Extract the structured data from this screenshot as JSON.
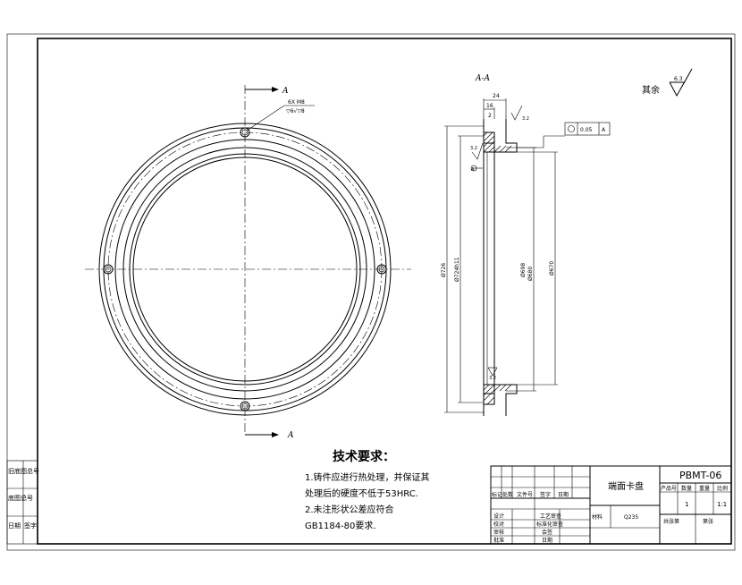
{
  "section_label": "A-A",
  "section_marks": [
    "A",
    "A"
  ],
  "surface_finish": {
    "rest_label": "其余",
    "rest_value": "6.3",
    "face_value_1": "3.2",
    "face_value_2": "3.2",
    "face_value_3": "3.2",
    "face_value_4": "3.2"
  },
  "hole_callout": {
    "line1": "6X M8",
    "line2": "▽6√▽8"
  },
  "dimensions": {
    "width_total": "24",
    "width_inner": "16",
    "small_step": "2",
    "dia_1": "Ø726",
    "dia_2": "Ø724h11",
    "dia_3": "Ø698",
    "dia_4": "Ø680",
    "dia_5": "Ø670"
  },
  "tolerance_frame": {
    "value": "0.05",
    "datum": "A",
    "datum_mark": "A"
  },
  "technical_requirements": {
    "title": "技术要求：",
    "line1": "1.铸件应进行热处理，并保证其",
    "line2": "处理后的硬度不低于53HRC.",
    "line3": "2.未注形状公差应符合",
    "line4": "GB1184-80要求."
  },
  "left_column": {
    "label1": "旧底图总号",
    "label2": "底图总号",
    "label3": "日期",
    "label4": "签字"
  },
  "title_block": {
    "part_name": "端面卡盘",
    "drawing_no": "PBMT-06",
    "material_label": "材料",
    "material": "Q235",
    "header_product": "产品号",
    "header_qty": "数量",
    "header_weight": "重量",
    "header_scale": "比例",
    "qty": "1",
    "scale": "1:1",
    "sheet_total": "共张第",
    "sheet_label": "第张",
    "rev_headers": [
      "标记",
      "处数",
      "文件号",
      "签字",
      "日期"
    ],
    "roles": [
      "设计",
      "校对",
      "审核",
      "批准"
    ],
    "roles2": [
      "工艺审查",
      "标准化审查",
      "会签",
      "日期"
    ]
  }
}
